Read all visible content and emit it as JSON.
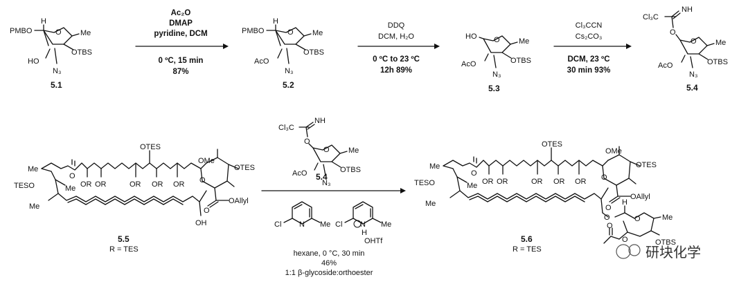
{
  "compounds": {
    "c51": {
      "label": "5.1",
      "pmbo": "PMBO",
      "h": "H",
      "o": "O",
      "me": "Me",
      "ho": "HO",
      "n3": "N₃",
      "otbs": "OTBS"
    },
    "c52": {
      "label": "5.2",
      "pmbo": "PMBO",
      "h": "H",
      "o": "O",
      "me": "Me",
      "aco": "AcO",
      "n3": "N₃",
      "otbs": "OTBS"
    },
    "c53": {
      "label": "5.3",
      "ho": "HO",
      "o": "O",
      "me": "Me",
      "aco": "AcO",
      "n3": "N₃",
      "otbs": "OTBS"
    },
    "c54": {
      "label": "5.4",
      "cl3c": "Cl₃C",
      "nh": "NH",
      "o1": "O",
      "o": "O",
      "me": "Me",
      "aco": "AcO",
      "n3": "N₃",
      "otbs": "OTBS"
    },
    "c55": {
      "label": "5.5",
      "r": "R = TES",
      "otes": "OTES",
      "ome": "OMe",
      "tesO": "TESO",
      "or": "OR",
      "me": "Me",
      "o": "O",
      "oallyl": "OAllyl",
      "oh": "OH"
    },
    "c56": {
      "label": "5.6",
      "r": "R = TES",
      "otes": "OTES",
      "ome": "OMe",
      "tesO": "TESO",
      "or": "OR",
      "me": "Me",
      "o": "O",
      "oallyl": "OAllyl",
      "otbs": "OTBS",
      "h": "H"
    }
  },
  "steps": [
    {
      "reagents": [
        "Ac₂O",
        "DMAP",
        "pyridine, DCM"
      ],
      "conditions": [
        "0 ºC, 15 min",
        "87%"
      ]
    },
    {
      "reagents": [
        "DDQ",
        "DCM, H₂O"
      ],
      "conditions": [
        "0 ºC to 23 ºC",
        "12h 89%"
      ]
    },
    {
      "reagents": [
        "Cl₃CCN",
        "Cs₂CO₃"
      ],
      "conditions": [
        "DCM, 23 ºC",
        "30 min 93%"
      ]
    },
    {
      "reagents_label": "5.4",
      "bases": [
        {
          "cl": "Cl",
          "n": "N",
          "me": "Me"
        },
        {
          "cl": "Cl",
          "n": "N",
          "h": "H",
          "me": "Me",
          "salt": "OHTf"
        }
      ],
      "conditions": [
        "hexane, 0 °C, 30 min",
        "46%",
        "1:1 β-glycoside:orthoester"
      ]
    }
  ],
  "watermark": "研块化学"
}
